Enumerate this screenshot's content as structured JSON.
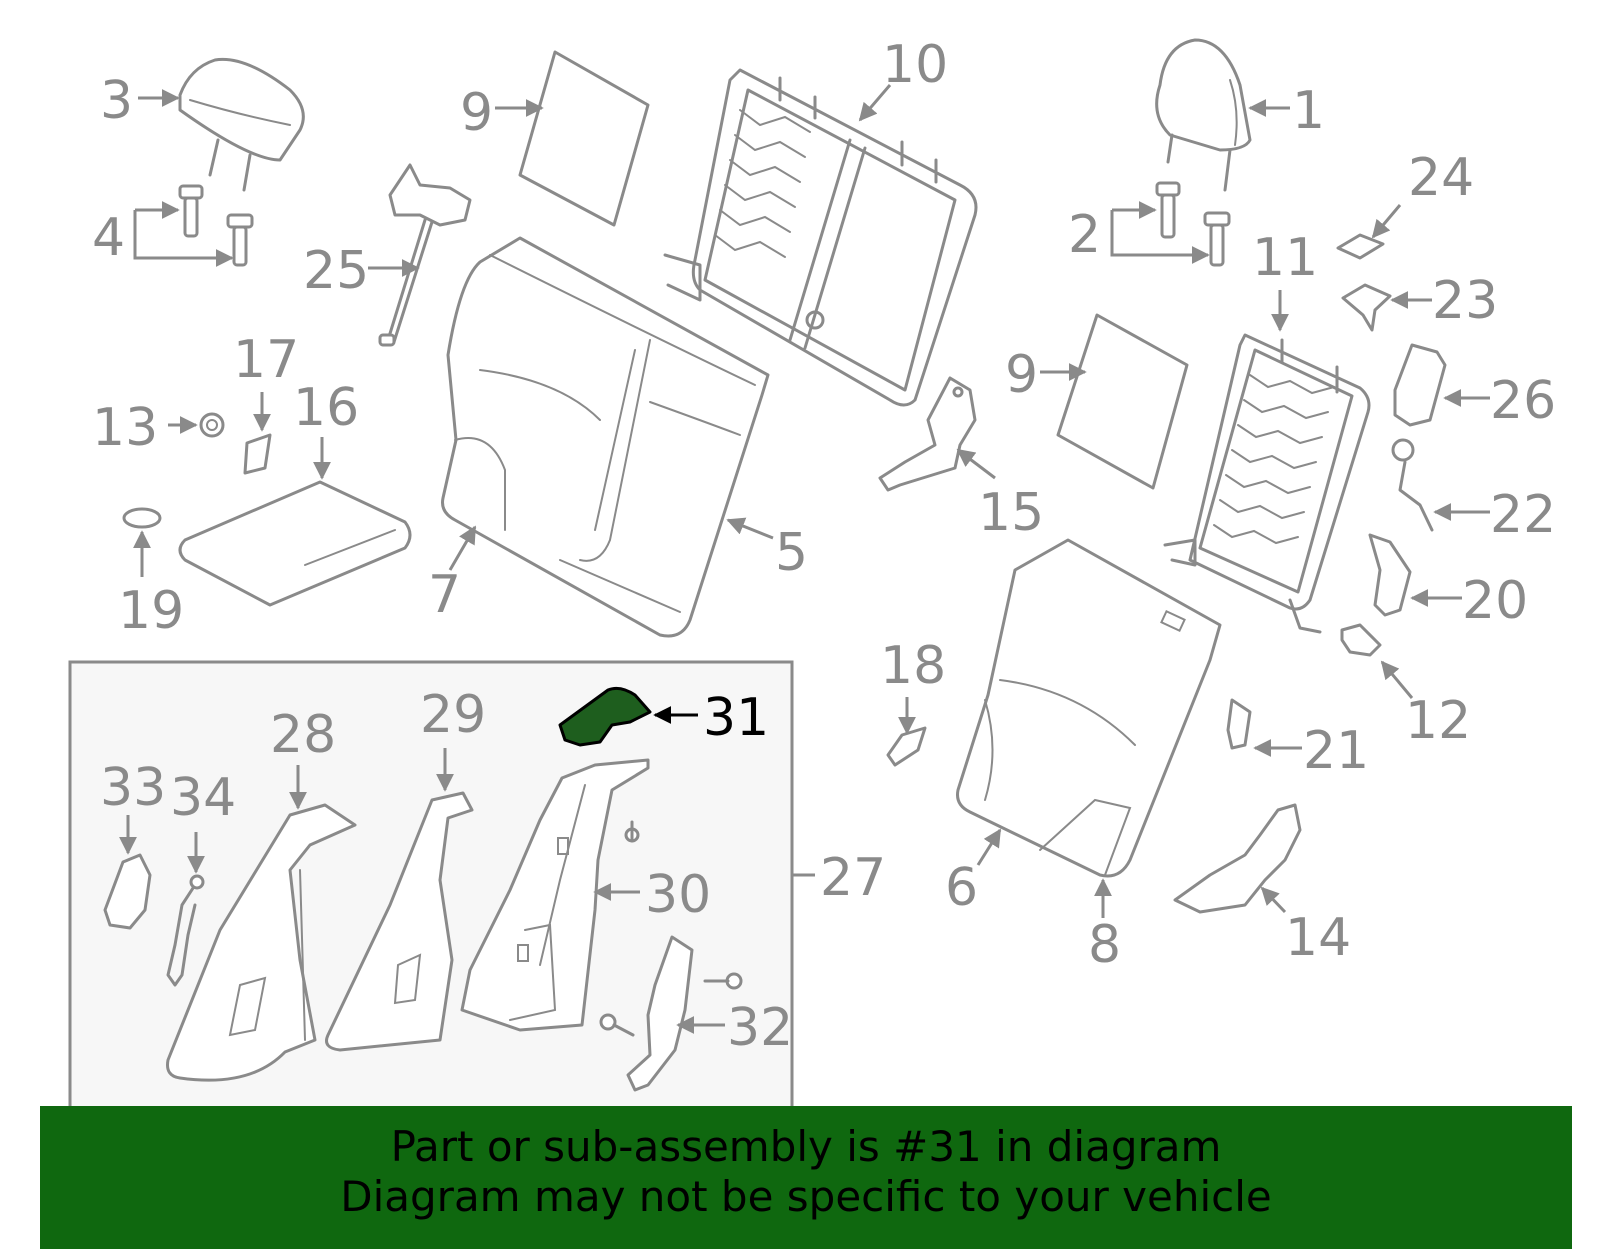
{
  "colors": {
    "line": "#8a8a8a",
    "highlight": "#1e5e1e",
    "banner": "#0f680f",
    "inset_bg": "#f7f7f7"
  },
  "highlighted_part": "31",
  "callouts": {
    "c1": "1",
    "c2": "2",
    "c3": "3",
    "c4": "4",
    "c5": "5",
    "c6": "6",
    "c7": "7",
    "c8": "8",
    "c9a": "9",
    "c9b": "9",
    "c10": "10",
    "c11": "11",
    "c12": "12",
    "c13": "13",
    "c14": "14",
    "c15": "15",
    "c16": "16",
    "c17": "17",
    "c18": "18",
    "c19": "19",
    "c20": "20",
    "c21": "21",
    "c22": "22",
    "c23": "23",
    "c24": "24",
    "c25": "25",
    "c26": "26",
    "c27": "27",
    "c28": "28",
    "c29": "29",
    "c30": "30",
    "c31": "31",
    "c32": "32",
    "c33": "33",
    "c34": "34"
  },
  "banner": {
    "line1": "Part or sub-assembly is #31 in diagram",
    "line2": "Diagram may not be specific to your vehicle"
  }
}
